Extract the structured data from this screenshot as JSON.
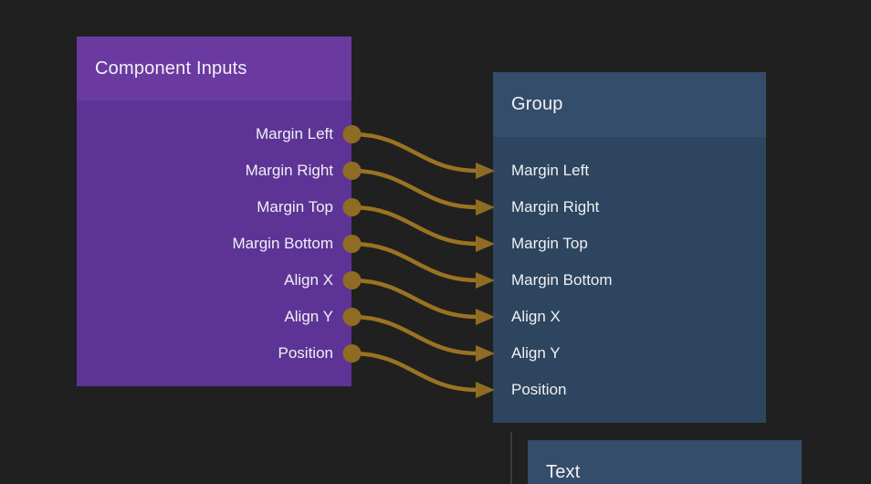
{
  "canvas": {
    "background": "#202020"
  },
  "nodes": {
    "component_inputs": {
      "title": "Component Inputs",
      "header_color": "#6a3aa1",
      "body_color": "#5d3496",
      "outputs": [
        "Margin Left",
        "Margin Right",
        "Margin Top",
        "Margin Bottom",
        "Align X",
        "Align Y",
        "Position"
      ]
    },
    "group": {
      "title": "Group",
      "header_color": "#344d6b",
      "body_color": "#2d455e",
      "inputs": [
        "Margin Left",
        "Margin Right",
        "Margin Top",
        "Margin Bottom",
        "Align X",
        "Align Y",
        "Position"
      ]
    },
    "text": {
      "title": "Text",
      "header_color": "#344d6b"
    }
  },
  "connections": [
    {
      "from": "Margin Left",
      "to": "Margin Left"
    },
    {
      "from": "Margin Right",
      "to": "Margin Right"
    },
    {
      "from": "Margin Top",
      "to": "Margin Top"
    },
    {
      "from": "Margin Bottom",
      "to": "Margin Bottom"
    },
    {
      "from": "Align X",
      "to": "Align X"
    },
    {
      "from": "Align Y",
      "to": "Align Y"
    },
    {
      "from": "Position",
      "to": "Position"
    }
  ],
  "colors": {
    "wire": "#9a7322",
    "port": "#8f6b24",
    "arrow": "#8f6b24",
    "text": "#eff0f4",
    "background": "#202020",
    "divider_line": "#3b3b3b"
  }
}
